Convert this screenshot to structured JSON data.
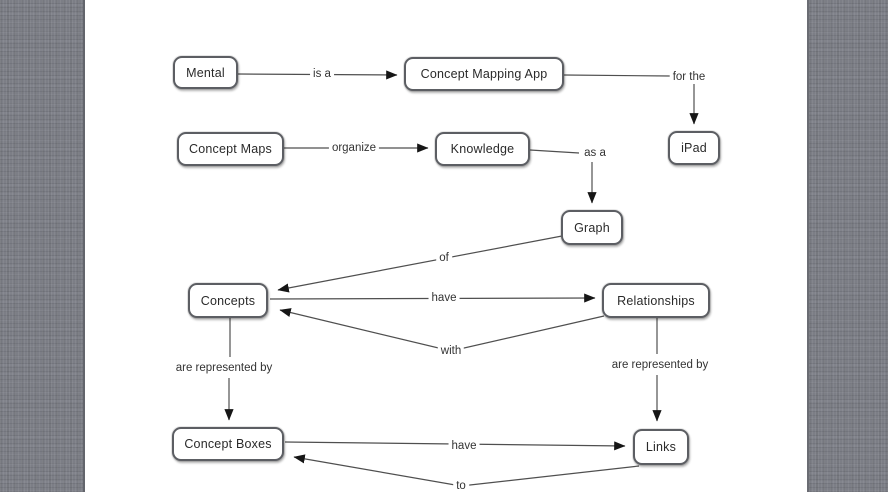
{
  "meta": {
    "description": "Concept map diagram of the Mental concept mapping app for iPad"
  },
  "colors": {
    "side_band": "#7c7e86",
    "canvas": "#ffffff",
    "connector_line": "#4f4f4f",
    "arrowhead": "#161616",
    "node_border": "#5c5e63",
    "node_text": "#2a2a2a",
    "edge_label_text": "#333333"
  },
  "diagram": {
    "nodes": [
      {
        "id": "mental",
        "label": "Mental"
      },
      {
        "id": "concept-mapping-app",
        "label": "Concept Mapping App"
      },
      {
        "id": "concept-maps",
        "label": "Concept Maps"
      },
      {
        "id": "knowledge",
        "label": "Knowledge"
      },
      {
        "id": "ipad",
        "label": "iPad"
      },
      {
        "id": "graph",
        "label": "Graph"
      },
      {
        "id": "concepts",
        "label": "Concepts"
      },
      {
        "id": "relationships",
        "label": "Relationships"
      },
      {
        "id": "concept-boxes",
        "label": "Concept Boxes"
      },
      {
        "id": "links",
        "label": "Links"
      }
    ],
    "edges": [
      {
        "from": "Mental",
        "to": "Concept Mapping App",
        "label": "is a"
      },
      {
        "from": "Concept Mapping App",
        "to": "iPad",
        "label": "for the"
      },
      {
        "from": "Concept Maps",
        "to": "Knowledge",
        "label": "organize"
      },
      {
        "from": "Knowledge",
        "to": "Graph",
        "label": "as a"
      },
      {
        "from": "Graph",
        "to": "Concepts",
        "label": "of"
      },
      {
        "from": "Concepts",
        "to": "Relationships",
        "label": "have"
      },
      {
        "from": "Relationships",
        "to": "Concepts",
        "label": "with"
      },
      {
        "from": "Concepts",
        "to": "Concept Boxes",
        "label": "are represented by"
      },
      {
        "from": "Relationships",
        "to": "Links",
        "label": "are represented by"
      },
      {
        "from": "Concept Boxes",
        "to": "Links",
        "label": "have"
      },
      {
        "from": "Links",
        "to": "Concept Boxes",
        "label": "to"
      }
    ]
  }
}
